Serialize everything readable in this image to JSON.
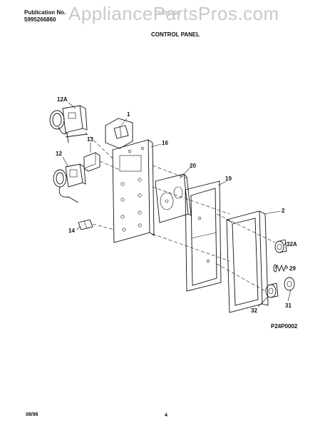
{
  "header": {
    "publication_label": "Publication No.",
    "publication_number": "5995266860",
    "model_number": "TS006196",
    "section_title": "CONTROL PANEL",
    "watermark": "AppliancePartsPros.com"
  },
  "callouts": [
    "12A",
    "1",
    "13",
    "16",
    "12",
    "20",
    "19",
    "2",
    "14",
    "32A",
    "29",
    "31",
    "32"
  ],
  "diagram_code": "P24P0002",
  "footer": {
    "date": "08/96",
    "page": "4"
  }
}
